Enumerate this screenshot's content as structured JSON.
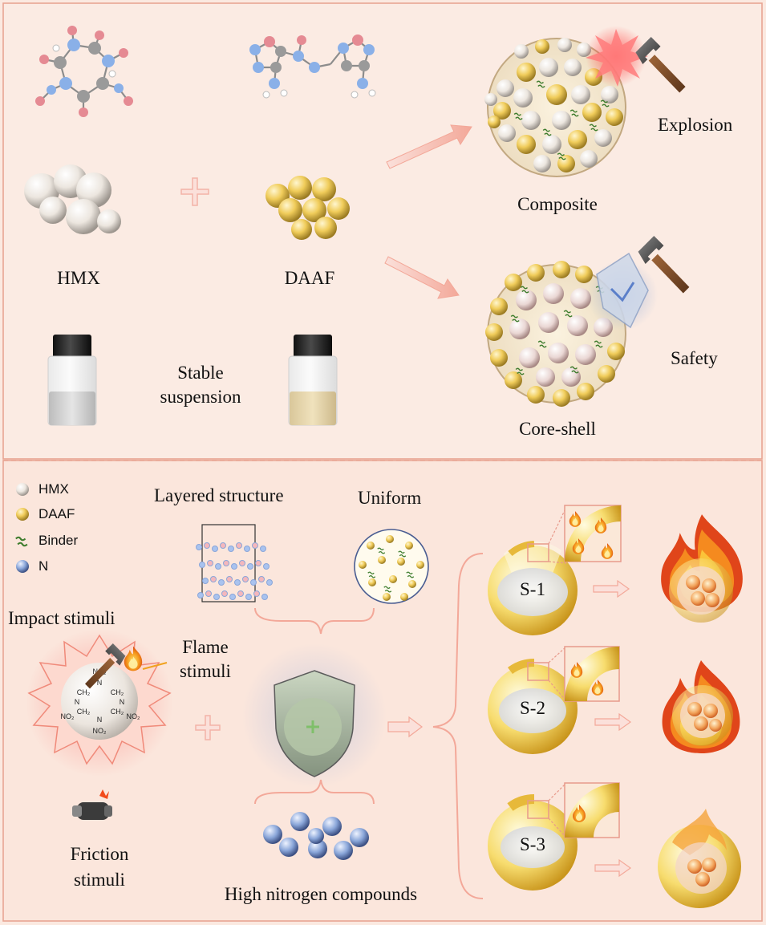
{
  "top": {
    "labels": {
      "hmx": "HMX",
      "daaf": "DAAF",
      "suspension_line1": "Stable",
      "suspension_line2": "suspension",
      "composite": "Composite",
      "core_shell": "Core-shell",
      "explosion": "Explosion",
      "safety": "Safety"
    }
  },
  "bottom": {
    "legend": [
      {
        "label": "HMX",
        "icon": "hmx-sphere-icon"
      },
      {
        "label": "DAAF",
        "icon": "daaf-sphere-icon"
      },
      {
        "label": "Binder",
        "icon": "binder-icon"
      },
      {
        "label": "N",
        "icon": "nitrogen-sphere-icon"
      }
    ],
    "labels": {
      "layered_structure": "Layered structure",
      "uniform": "Uniform",
      "impact_stimuli": "Impact stimuli",
      "flame_line1": "Flame",
      "flame_line2": "stimuli",
      "friction_line1": "Friction",
      "friction_line2": "stimuli",
      "high_nitrogen": "High nitrogen compounds"
    },
    "samples": [
      "S-1",
      "S-2",
      "S-3"
    ],
    "hmx_molecule_labels": {
      "no2": "NO₂",
      "ch2": "CH₂",
      "n": "N"
    }
  },
  "colors": {
    "hmx": "#f1ece6",
    "daaf": "#f1cf5d",
    "binder": "#3f7d2e",
    "nitrogen": "#8aa6d9",
    "arrow": "#f3b3a8",
    "panel_border": "#e8a593",
    "flame": "#f07a1e"
  }
}
